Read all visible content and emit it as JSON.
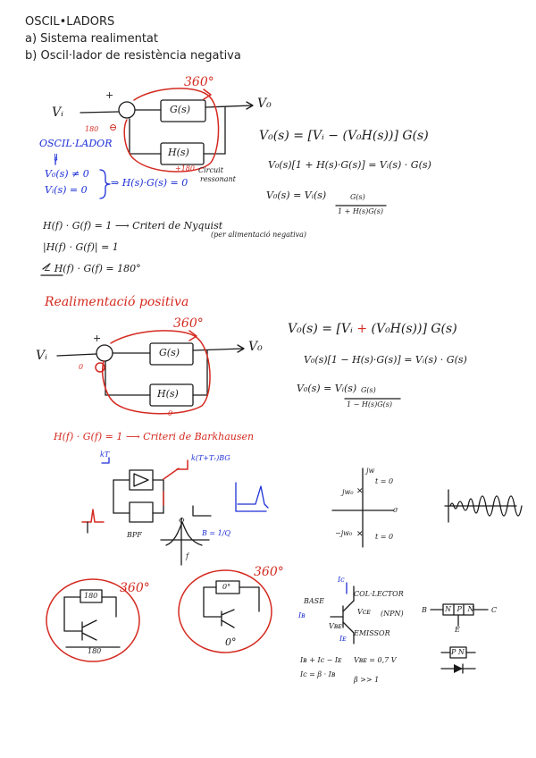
{
  "header": {
    "title": "OSCIL•LADORS",
    "item_a": "a) Sistema realimentat",
    "item_b": "b) Oscil·lador de resistència negativa"
  },
  "section1": {
    "phase": "360°",
    "input": "Vᵢ",
    "output": "V₀",
    "plus": "+",
    "minus_mark": "⊖",
    "deg180_left": "180",
    "deg180_bottom": "+180",
    "block_g": "G(s)",
    "block_h": "H(s)",
    "oscillador_label": "OSCIL·LADOR",
    "arrow_down": "⇓",
    "cond1": "V₀(s) ≠ 0",
    "cond2": "Vᵢ(s) = 0",
    "implies": "⇒ H(s)·G(s) = 0",
    "circuit_note_1": "Circuit",
    "circuit_note_2": "ressonant",
    "eq1": "V₀(s) = [Vᵢ − (V₀H(s))] G(s)",
    "eq2": "V₀(s)[1 + H(s)·G(s)] = Vᵢ(s) · G(s)",
    "eq3_lhs": "V₀(s) = Vᵢ(s)",
    "eq3_num": "G(s)",
    "eq3_den": "1 + H(s)G(s)",
    "nyq1": "H(f) · G(f) = 1 ⟶ Criteri de Nyquist",
    "nyq1_note": "(per alimentació negativa)",
    "nyq2": "|H(f) · G(f)| = 1",
    "nyq3": "∠ H(f) · G(f) = 180°"
  },
  "section2": {
    "title": "Realimentació positiva",
    "phase": "360°",
    "input": "Vᵢ",
    "output": "V₀",
    "plus": "+",
    "zero_left": "0",
    "zero_bottom": "0",
    "block_g": "G(s)",
    "block_h": "H(s)",
    "eq1_a": "V₀(s) = [Vᵢ ",
    "eq1_plus": "+",
    "eq1_b": " (V₀H(s))] G(s)",
    "eq2": "V₀(s)[1 − H(s)·G(s)] = Vᵢ(s) · G(s)",
    "eq3_lhs": "V₀(s) = Vᵢ(s)",
    "eq3_num": "G(s)",
    "eq3_den": "1 − H(s)G(s)"
  },
  "section3": {
    "barkhausen": "H(f) · G(f) = 1 ⟶ Criteri de Barkhausen",
    "kt_label": "kT",
    "ktg_label": "k(T+Tᵣ)BG",
    "bpf_label": "BPF",
    "phi_label": "Φ",
    "b_label": "B = 1/Q",
    "f_label": "f",
    "jw_label": "jw",
    "jw0_pos": "jw₀",
    "jw0_neg": "−jw₀",
    "t0_top": "t = 0",
    "t0_bot": "t = 0",
    "sigma": "σ"
  },
  "section4": {
    "phase_a": "360°",
    "phase_b": "360°",
    "circ_a_box": "180",
    "circ_a_bottom": "180",
    "circ_b_box": "0°",
    "circ_b_bottom": "0°",
    "collector": "COL·LECTOR",
    "base": "BASE",
    "emissor": "EMISSOR",
    "npn": "(NPN)",
    "ic": "Iᴄ",
    "ib": "Iʙ",
    "ie": "Iᴇ",
    "vce": "Vᴄᴇ",
    "vbe": "Vʙᴇ",
    "b": "B",
    "c": "C",
    "e": "E",
    "npn_blocks": "N P N",
    "pn_block": "P N",
    "eq_a": "Iʙ + Iᴄ − Iᴇ",
    "eq_vbe": "Vʙᴇ = 0,7 V",
    "eq_b": "Iᴄ = β · Iʙ",
    "eq_beta": "β >> 1"
  }
}
